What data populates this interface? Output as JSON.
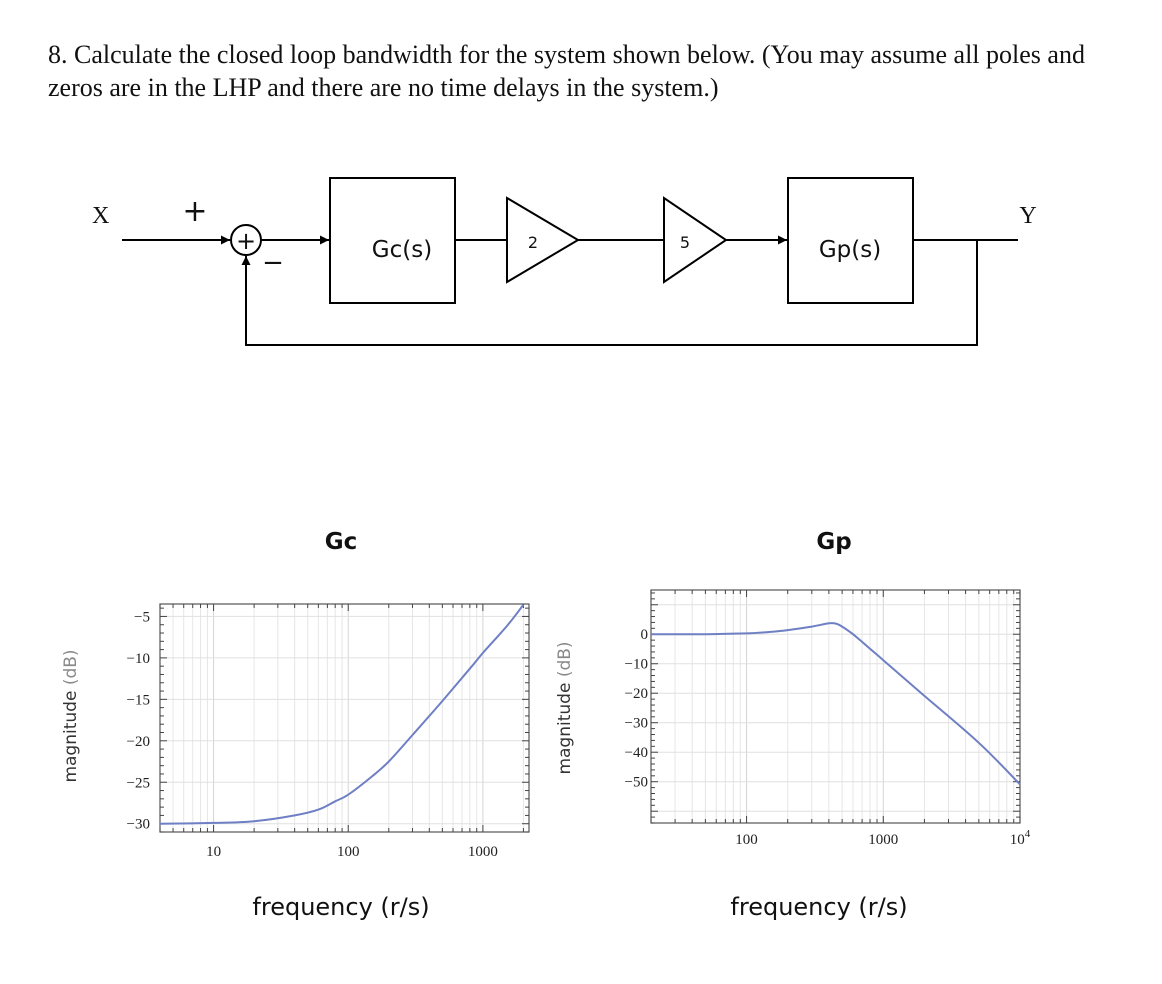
{
  "question": {
    "text": "8. Calculate the closed loop bandwidth for the system shown below. (You may assume all poles and zeros are in the LHP and there are no time delays in the system.)"
  },
  "diagram": {
    "input_label": "X",
    "output_label": "Y",
    "plus_sign": "+",
    "minus_sign": "−",
    "junction_symbol": "+",
    "controller_label": "Gc(s)",
    "gain1_label": "2",
    "gain2_label": "5",
    "plant_label": "Gp(s)"
  },
  "chart_data": [
    {
      "type": "line",
      "title": "Gc",
      "xlabel": "frequency (r/s)",
      "ylabel_main": "magnitude",
      "ylabel_unit": "(dB)",
      "x_scale": "log",
      "xlim": [
        4,
        2200
      ],
      "ylim": [
        -31,
        -3.5
      ],
      "x_ticks": [
        10,
        100,
        1000
      ],
      "x_tick_labels": [
        "10",
        "100",
        "1000"
      ],
      "y_ticks": [
        -5,
        -10,
        -15,
        -20,
        -25,
        -30
      ],
      "y_tick_labels": [
        "−5",
        "−10",
        "−15",
        "−20",
        "−25",
        "−30"
      ],
      "grid": true,
      "line_color": "#6f7fc4",
      "x": [
        4,
        10,
        20,
        40,
        60,
        80,
        100,
        150,
        200,
        300,
        500,
        800,
        1000,
        1500,
        2000
      ],
      "values": [
        -30,
        -29.9,
        -29.7,
        -29.0,
        -28.3,
        -27.3,
        -26.5,
        -24.3,
        -22.5,
        -19.3,
        -15.2,
        -11.3,
        -9.4,
        -6.2,
        -3.6
      ]
    },
    {
      "type": "line",
      "title": "Gp",
      "xlabel": "frequency (r/s)",
      "ylabel_main": "magnitude",
      "ylabel_unit": "(dB)",
      "x_scale": "log",
      "xlim": [
        20,
        10000
      ],
      "ylim": [
        -64,
        15
      ],
      "x_ticks": [
        100,
        1000,
        10000
      ],
      "x_tick_labels": [
        "100",
        "1000",
        "10"
      ],
      "x_tick_exponent": "4",
      "y_ticks": [
        0,
        -10,
        -20,
        -30,
        -40,
        -50
      ],
      "y_tick_labels": [
        "0",
        "−10",
        "−20",
        "−30",
        "−40",
        "−50"
      ],
      "grid": true,
      "line_color": "#6f7fc4",
      "x": [
        20,
        50,
        100,
        150,
        200,
        300,
        400,
        450,
        500,
        600,
        800,
        1000,
        2000,
        5000,
        10000
      ],
      "values": [
        0,
        0,
        0.3,
        0.8,
        1.4,
        2.6,
        3.7,
        3.6,
        2.6,
        0,
        -4.9,
        -8.8,
        -20.9,
        -36.8,
        -50.9
      ]
    }
  ]
}
